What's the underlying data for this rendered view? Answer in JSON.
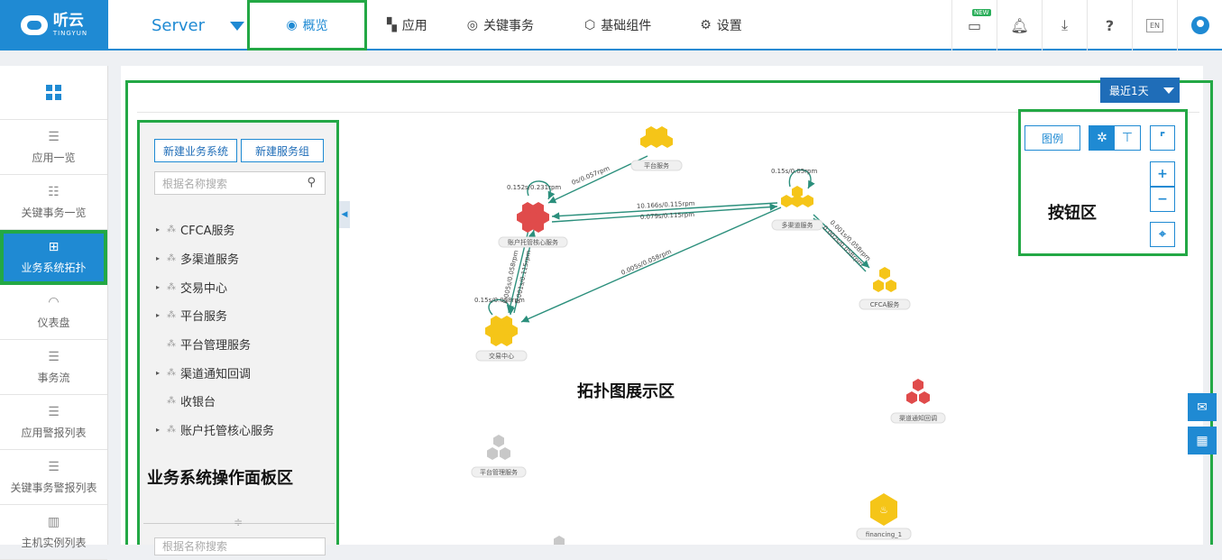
{
  "brand": {
    "name": "听云",
    "sub": "TINGYUN"
  },
  "header": {
    "server": "Server",
    "nav": [
      {
        "label": "概览",
        "icon": "eye-icon"
      },
      {
        "label": "应用",
        "icon": "apps-icon"
      },
      {
        "label": "关键事务",
        "icon": "target-icon"
      },
      {
        "label": "基础组件",
        "icon": "cube-icon"
      },
      {
        "label": "设置",
        "icon": "gear-icon"
      }
    ],
    "tools": {
      "new_badge": "NEW",
      "lang": "EN"
    }
  },
  "sidebar": {
    "items": [
      {
        "label": "应用一览"
      },
      {
        "label": "关键事务一览"
      },
      {
        "label": "业务系统拓扑"
      },
      {
        "label": "仪表盘"
      },
      {
        "label": "事务流"
      },
      {
        "label": "应用警报列表"
      },
      {
        "label": "关键事务警报列表"
      },
      {
        "label": "主机实例列表"
      }
    ]
  },
  "toolbar": {
    "time_range": "最近1天"
  },
  "panel": {
    "new_system": "新建业务系统",
    "new_group": "新建服务组",
    "search_placeholder": "根据名称搜索",
    "search2_placeholder": "根据名称搜索",
    "tree": [
      {
        "label": "CFCA服务",
        "expandable": true
      },
      {
        "label": "多渠道服务",
        "expandable": true
      },
      {
        "label": "交易中心",
        "expandable": true
      },
      {
        "label": "平台服务",
        "expandable": true
      },
      {
        "label": "平台管理服务",
        "expandable": false
      },
      {
        "label": "渠道通知回调",
        "expandable": true
      },
      {
        "label": "收银台",
        "expandable": false
      },
      {
        "label": "账户托管核心服务",
        "expandable": true
      }
    ],
    "annotation": "业务系统操作面板区"
  },
  "buttons_zone": {
    "legend": "图例",
    "annotation": "按钮区"
  },
  "topology": {
    "annotation": "拓扑图展示区",
    "nodes": {
      "platform": "平台服务",
      "account": "账户托管核心服务",
      "multichannel": "多渠道服务",
      "cfca": "CFCA服务",
      "trade": "交易中心",
      "callback": "渠道通知回调",
      "pmgmt": "平台管理服务",
      "financing": "financing_1"
    },
    "edges": {
      "self_account": "0.152s/0.231rpm",
      "plat_account": "0s/0.057rpm",
      "multi_account_a": "10.166s/0.115rpm",
      "multi_account_b": "0.079s/0.115rpm",
      "self_multi": "0.15s/0.05rpm",
      "multi_cfca_a": "0.001s/0.058rpm",
      "multi_cfca_b": "0.002s/0.058rpm",
      "multi_trade": "0.005s/0.058rpm",
      "self_trade": "0.15s/0.058rpm",
      "acct_trade_a": "0.005s/0.058rpm",
      "acct_trade_b": "0.001s/0.115rpm"
    }
  }
}
